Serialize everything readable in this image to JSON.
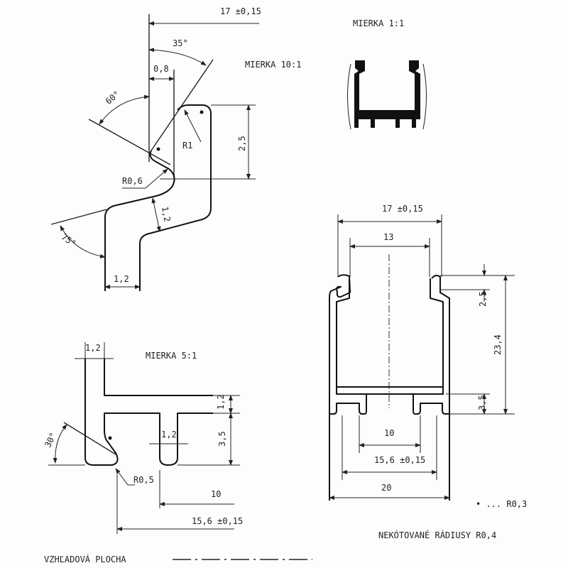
{
  "detail_10x": {
    "scale_label": "MIERKA   10:1",
    "dim_width": "17 ±0,15",
    "angle_35": "35°",
    "angle_60": "60°",
    "angle_75": "75°",
    "dim_0_8": "0,8",
    "radius_r1": "R1",
    "radius_r0_6": "R0,6",
    "dim_2_5": "2,5",
    "dim_1_2_slant": "1,2",
    "dim_1_2_bottom": "1,2"
  },
  "detail_1x": {
    "scale_label": "MIERKA  1:1"
  },
  "detail_5x": {
    "scale_label": "MIERKA  5:1",
    "dim_1_2_top": "1,2",
    "dim_1_2_right": "1,2",
    "dim_1_2_slot": "1,2",
    "dim_3_5": "3,5",
    "angle_30": "30°",
    "radius_r0_5": "R0,5",
    "dim_10": "10",
    "dim_15_6": "15,6 ±0,15"
  },
  "main_profile": {
    "dim_17": "17 ±0,15",
    "dim_13": "13",
    "dim_2_5": "2,5",
    "dim_23_4": "23,4",
    "dim_3_5": "3,5",
    "dim_10": "10",
    "dim_15_6": "15,6 ±0,15",
    "dim_20": "20"
  },
  "notes": {
    "dot_radius": "• ... R0,3",
    "unmarked_radii": "NEKÓTOVANÉ RÁDIUSY R0,4",
    "visible_surface": "VZHĽADOVÁ PLOCHA"
  }
}
